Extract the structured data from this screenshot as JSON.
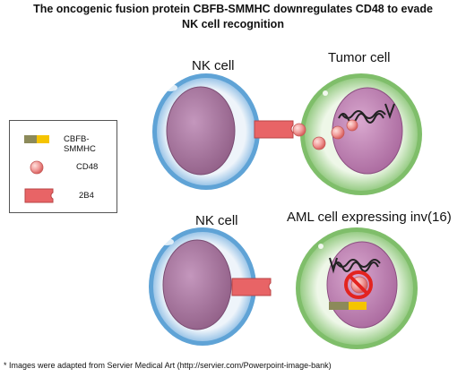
{
  "title": {
    "line1": "The oncogenic fusion protein CBFB-SMMHC downregulates CD48 to evade",
    "line2": "NK cell recognition"
  },
  "top_row": {
    "nk_label": "NK cell",
    "tumor_label": "Tumor cell"
  },
  "bottom_row": {
    "nk_label": "NK cell",
    "aml_label": "AML cell expressing inv(16)"
  },
  "legend": {
    "items": [
      {
        "label": "CBFB-SMMHC",
        "icon": "fusion-protein-bar"
      },
      {
        "label": "CD48",
        "icon": "cd48-sphere"
      },
      {
        "label": "2B4",
        "icon": "2b4-receptor"
      }
    ]
  },
  "footnote": "* Images were adapted from Servier Medical Art (http://servier.com/Powerpoint-image-bank)",
  "colors": {
    "nk_membrane": "#9dc6e8",
    "nk_nucleus": "#a16f96",
    "tumor_membrane": "#a9d59a",
    "tumor_nucleus": "#bc7fb1",
    "receptor_2b4": "#e86466",
    "cd48": "#f09a98",
    "fusion_olive": "#8c8a5a",
    "fusion_yellow": "#f5c400",
    "block_red": "#e3231f"
  }
}
